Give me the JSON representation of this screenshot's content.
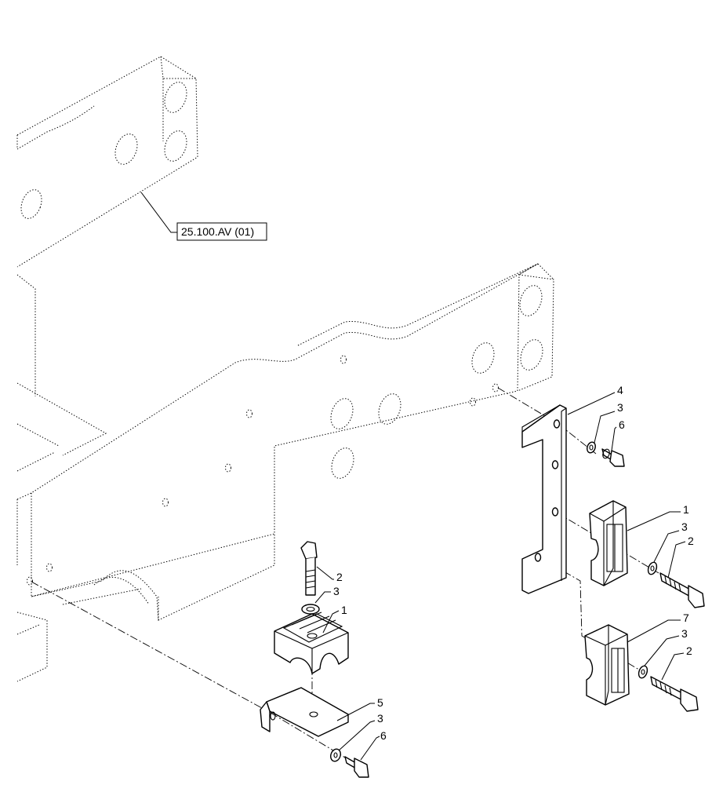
{
  "reference_label": "25.100.AV (01)",
  "callouts": {
    "plate": "4",
    "plate_washer": "3",
    "plate_bolt": "6",
    "right_clamp_upper": "1",
    "right_washer_upper": "3",
    "right_bolt_upper": "2",
    "right_clamp_lower": "7",
    "right_washer_lower": "3",
    "right_bolt_lower": "2",
    "left_bolt": "2",
    "left_washer": "3",
    "left_clamp": "1",
    "bracket": "5",
    "bracket_washer": "3",
    "bracket_bolt": "6"
  }
}
